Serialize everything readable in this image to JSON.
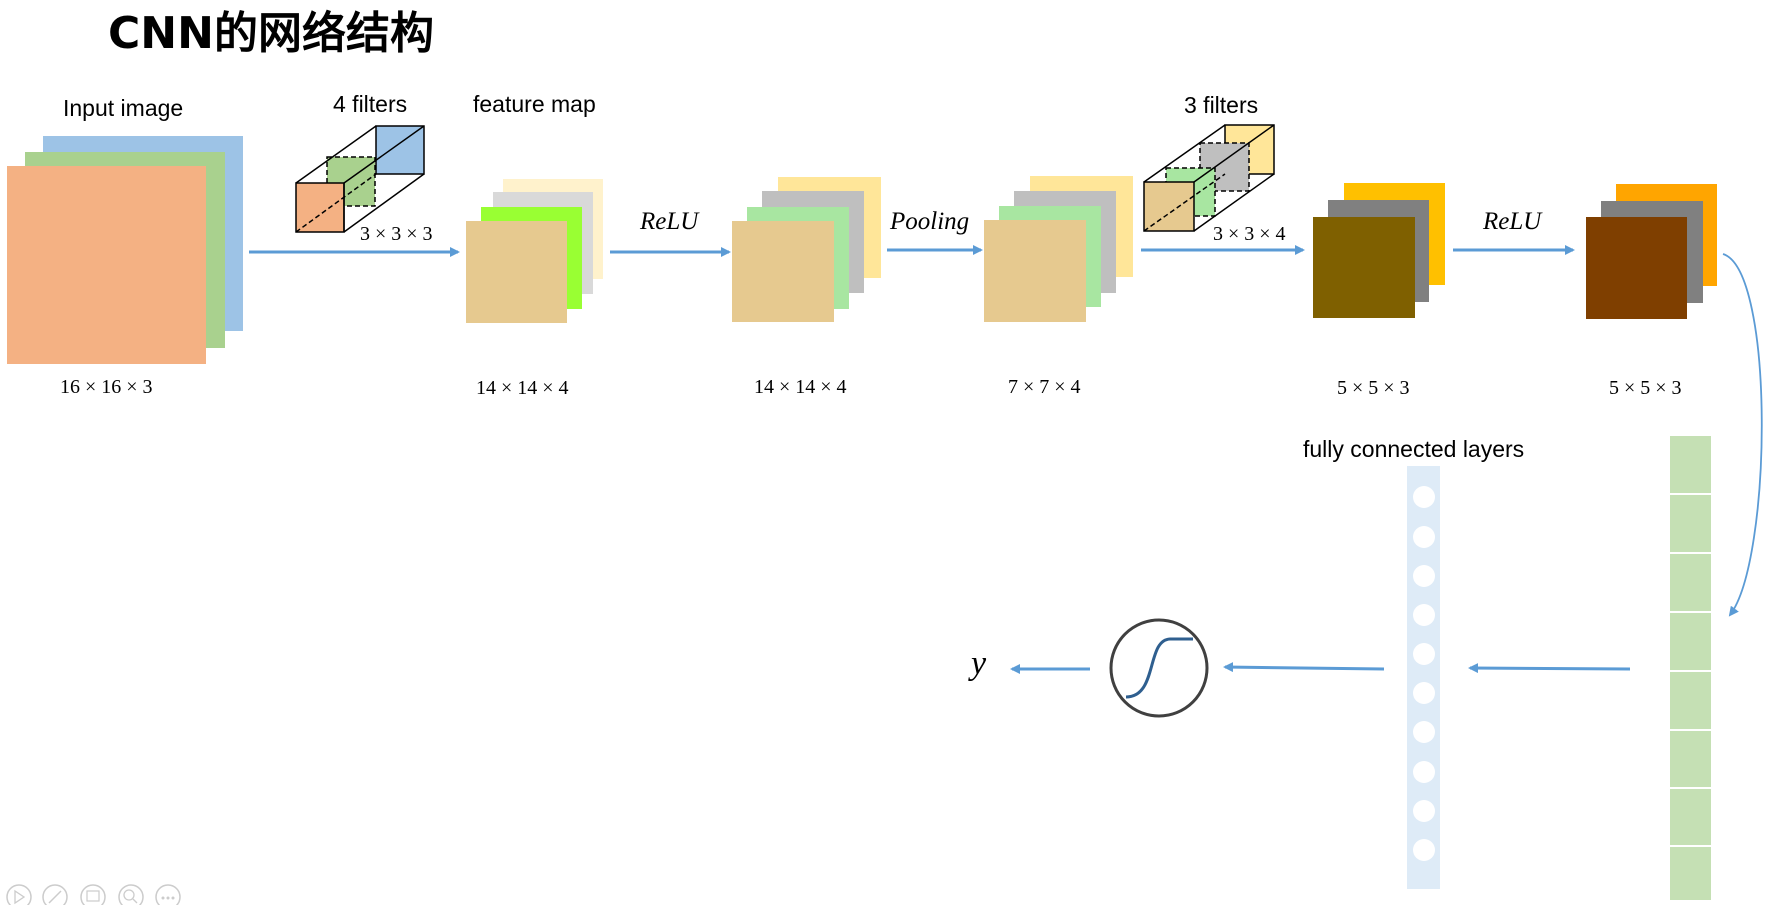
{
  "title": "CNN的网络结构",
  "labels": {
    "input_image": "Input image",
    "filters_4": "4 filters",
    "feature_map": "feature map",
    "filters_3": "3 filters",
    "fully_connected": "fully connected layers"
  },
  "operations": {
    "relu_1": "ReLU",
    "pooling": "Pooling",
    "relu_2": "ReLU"
  },
  "dims": {
    "input": "16 × 16 × 3",
    "filter_4": "3 × 3 × 3",
    "conv1": "14 × 14 × 4",
    "relu1": "14 × 14 × 4",
    "pool": "7 × 7 × 4",
    "filter_3": "3 × 3 × 4",
    "conv2": "5 × 5 × 3",
    "relu2": "5 × 5 × 3"
  },
  "output_symbol": "y",
  "colors": {
    "arrow": "#5b9bd5",
    "input_orange": "#f4b183",
    "input_green": "#a9d18e",
    "input_blue": "#9dc3e6",
    "tan": "#e6c98f",
    "pale_yellow": "#ffe699",
    "light_gray": "#d9d9d9",
    "bright_green": "#99ff33",
    "mid_gray": "#bfbfbf",
    "light_green": "#a8e6a1",
    "olive": "#7f6000",
    "gold": "#ffc000",
    "dark_gray": "#808080",
    "brown": "#7f3f00",
    "orange": "#ffa500",
    "flatten_green": "#c5e0b4",
    "fc_blue": "#deebf7"
  },
  "toolbar_icons": [
    "play-icon",
    "pen-icon",
    "grid-icon",
    "zoom-icon",
    "more-icon"
  ]
}
